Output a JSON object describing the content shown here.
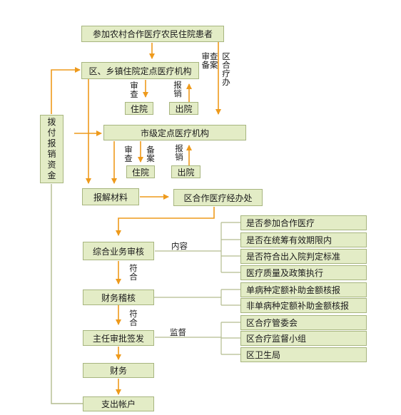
{
  "nodes": {
    "patient": "参加农村合作医疗农民住院患者",
    "township": "区、乡镇住院定点医疗机构",
    "city": "市级定点医疗机构",
    "admit1": "住院",
    "discharge1": "出院",
    "admit2": "住院",
    "discharge2": "出院",
    "materials": "报解材料",
    "office": "区合作医疗经办处",
    "review": "综合业务审核",
    "finance_check": "财务稽核",
    "approve": "主任审批签发",
    "finance": "财务",
    "account": "支出帐户",
    "fund": "拨付报销资金"
  },
  "labels": {
    "audit1": "审查",
    "reimb1": "报销",
    "audit2": "审查",
    "record2": "备案",
    "reimb2": "报销",
    "audit_record_top": "审查备案",
    "district_office": "区合疗办",
    "content": "内容",
    "match1": "符合",
    "match2": "符合",
    "supervise": "监督"
  },
  "content_items": [
    "是否参加合作医疗",
    "是否在统筹有效期限内",
    "是否符合出入院判定标准",
    "医疗质量及政策执行"
  ],
  "finance_items": [
    "单病种定额补助金额核报",
    "非单病种定额补助金额核报"
  ],
  "supervise_items": [
    "区合疗管委会",
    "区合疗监督小组",
    "区卫生局"
  ],
  "colors": {
    "box_fill": "#e3ecc6",
    "box_border": "#a7b57f",
    "arrow": "#ee9a1c",
    "line": "#b3bc8f"
  }
}
